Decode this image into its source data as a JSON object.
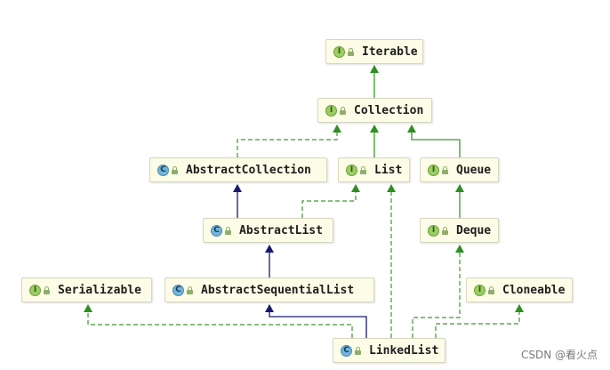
{
  "nodes": {
    "iterable": {
      "label": "Iterable",
      "kind": "I"
    },
    "collection": {
      "label": "Collection",
      "kind": "I"
    },
    "abstract_collection": {
      "label": "AbstractCollection",
      "kind": "C"
    },
    "list": {
      "label": "List",
      "kind": "I"
    },
    "queue": {
      "label": "Queue",
      "kind": "I"
    },
    "abstract_list": {
      "label": "AbstractList",
      "kind": "C"
    },
    "deque": {
      "label": "Deque",
      "kind": "I"
    },
    "serializable": {
      "label": "Serializable",
      "kind": "I"
    },
    "abstract_sequential_list": {
      "label": "AbstractSequentialList",
      "kind": "C"
    },
    "cloneable": {
      "label": "Cloneable",
      "kind": "I"
    },
    "linked_list": {
      "label": "LinkedList",
      "kind": "C"
    }
  },
  "colors": {
    "interface_edge": "#3c9a2e",
    "class_edge": "#24247a",
    "node_background": "#fcfce7"
  },
  "watermark": "CSDN @看火点"
}
